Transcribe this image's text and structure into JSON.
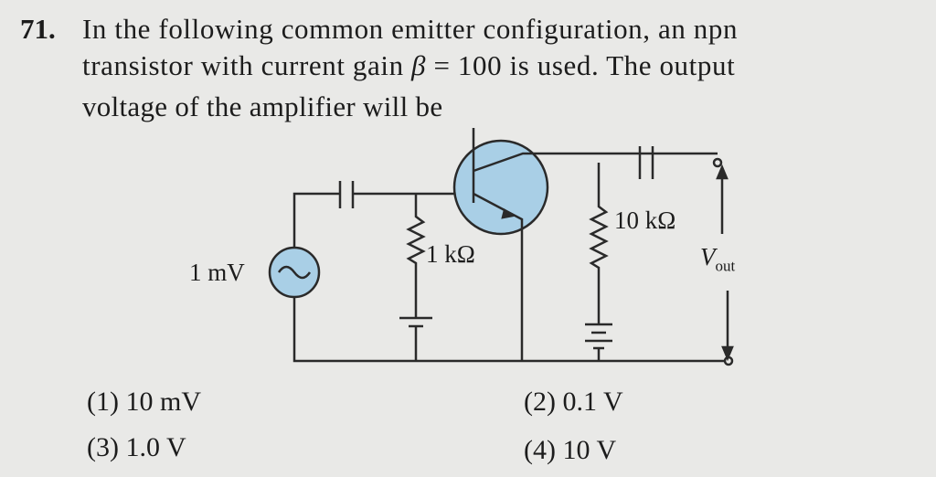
{
  "question": {
    "number": "71.",
    "line1": "In the following common emitter configuration, an npn",
    "line2_a": "transistor with current gain ",
    "line2_beta": "β",
    "line2_b": " = 100 is used. The output",
    "line3": "voltage of the amplifier will be"
  },
  "circuit": {
    "source_label": "1 mV",
    "base_resistor_label": "1 kΩ",
    "collector_resistor_label": "10 kΩ",
    "output_label": "V",
    "output_subscript": "out",
    "accent_color": "#8fc3e3"
  },
  "options": [
    {
      "label": "(1)",
      "value": "10 mV"
    },
    {
      "label": "(2)",
      "value": "0.1 V"
    },
    {
      "label": "(3)",
      "value": "1.0 V"
    },
    {
      "label": "(4)",
      "value": "10 V"
    }
  ]
}
